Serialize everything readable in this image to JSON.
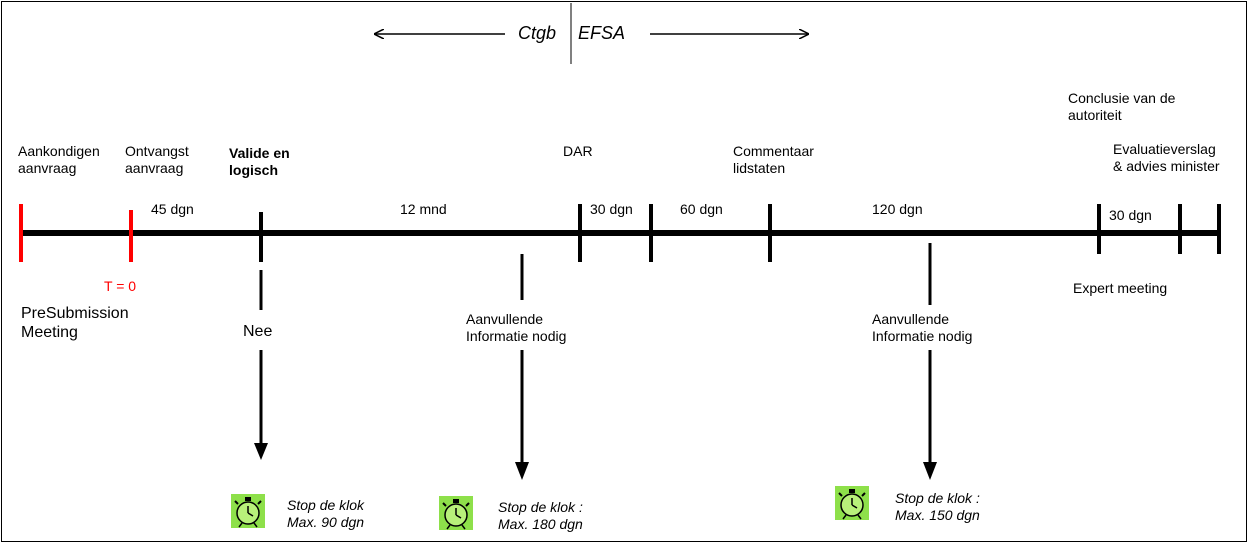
{
  "banner": {
    "left_text": "Ctgb",
    "right_text": "EFSA"
  },
  "milestones": {
    "aankondigen": "Aankondigen\naanvraag",
    "ontvangst": "Ontvangst\naanvraag",
    "valide": "Valide en\nlogisch",
    "dar": "DAR",
    "commentaar": "Commentaar\nlidstaten",
    "conclusie": "Conclusie van de\nautoriteit",
    "evaluatie": "Evaluatieverslag\n& advies minister"
  },
  "durations": {
    "d45": "45 dgn",
    "m12": "12 mnd",
    "d30a": "30 dgn",
    "d60": "60 dgn",
    "d120": "120 dgn",
    "d30b": "30 dgn"
  },
  "below": {
    "t0": "T = 0",
    "presubmission": "PreSubmission\nMeeting",
    "nee": "Nee",
    "info1": "Aanvullende\nInformatie nodig",
    "info2": "Aanvullende\nInformatie nodig",
    "expert": "Expert meeting"
  },
  "clocks": {
    "c1": "Stop de klok\nMax. 90 dgn",
    "c2": "Stop de klok :\nMax. 180 dgn",
    "c3": "Stop de klok :\nMax. 150 dgn"
  },
  "colors": {
    "timeline": "#000000",
    "start_marks": "#ff0000",
    "clock_bg": "#8ee04a"
  },
  "icons": {
    "clock": "alarm-clock-icon"
  }
}
